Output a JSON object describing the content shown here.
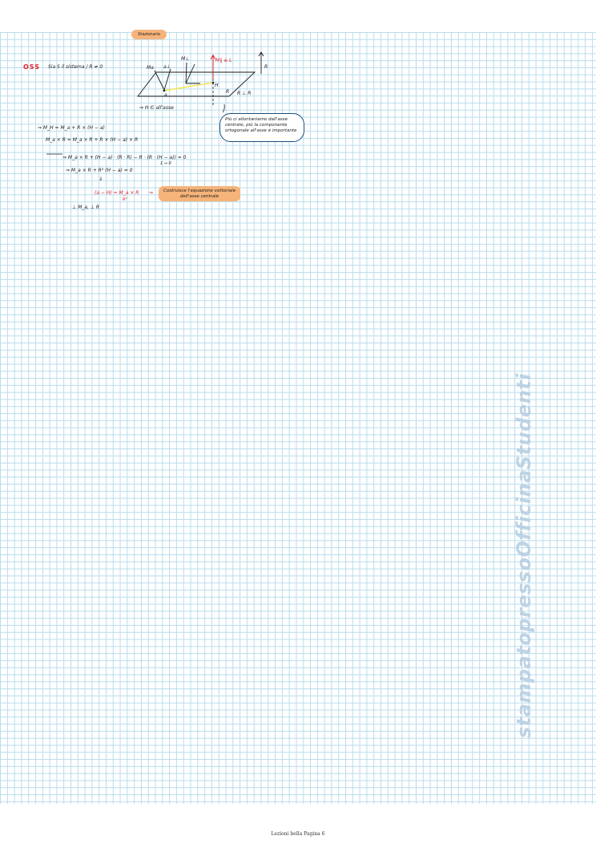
{
  "top_fragment": "Stazionario",
  "oss_label": "OSS",
  "intro": "Sia S il sistema / R ≠ 0",
  "diagram": {
    "labels": {
      "m_a": "Ma",
      "a_perp": "a⊥",
      "m_perp": "M⊥",
      "m_par": "M∥ ≡ L",
      "h": "H",
      "r": "R",
      "r_vec": "R",
      "r_perp": "R ⊥ R",
      "a": "a"
    },
    "caption": "⇒ H ∈ all'asse"
  },
  "bubble": [
    "Più ci allontaniamo dall'asse",
    "centrale, più la componente",
    "ortogonale all'asse è importante"
  ],
  "equations": [
    "⇒ M_H = M_a + R × (H − a)",
    "M_a × R = M_a × R + R × (H − a) × R",
    "⇒ M_a × R + (H − a) · (R · R) − R · (R · (H − a)) = 0",
    "1 ⇒ 0",
    "⇒ M_a × R + R² (H − a) = 0",
    "⇓",
    "(a − H) = M_a × R",
    "R²",
    "⊥ M_a, ⊥ R"
  ],
  "conclusion_arrow": "⇒",
  "conclusion": [
    "Costruisce l'equazione vettoriale",
    "dell'asse centrale"
  ],
  "watermark": "stampatopressoOfficinaStudenti",
  "footer": "Lezioni bella Pagina 6",
  "colors": {
    "grid": "#b9dcec",
    "ink": "#1a1a1a",
    "red": "#d8242e",
    "highlight": "#f6b47a",
    "bubble_border": "#1c4f80",
    "yellow_line": "#f2e64a"
  }
}
